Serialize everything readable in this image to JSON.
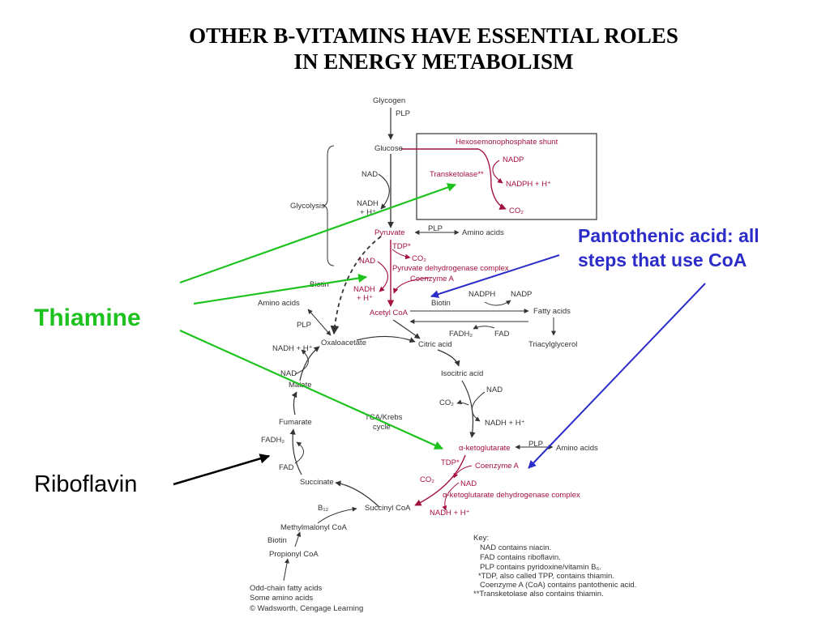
{
  "slide": {
    "title_line1": "OTHER B-VITAMINS HAVE ESSENTIAL ROLES",
    "title_line2": "IN  ENERGY METABOLISM"
  },
  "callouts": {
    "thiamine": "Thiamine",
    "riboflavin": "Riboflavin",
    "pantothenic_line1": "Pantothenic acid: all",
    "pantothenic_line2": "steps that use CoA"
  },
  "colors": {
    "thiamine": "#1ec21e",
    "riboflavin": "#000000",
    "pantothenic": "#2c2cc8",
    "pathway_red": "#a3113e",
    "pathway_dark": "#333333"
  },
  "diagram": {
    "glycogen": "Glycogen",
    "plp_top": "PLP",
    "glucose": "Glucose",
    "nad_glyc": "NAD",
    "nadh": "NADH",
    "plus_h": "+ H⁺",
    "glycolysis": "Glycolysis",
    "shunt_title": "Hexosemonophosphate shunt",
    "nadp_shunt": "NADP",
    "transketolase": "Transketolase**",
    "nadph_shunt": "NADPH + H⁺",
    "co2_shunt": "CO₂",
    "pyruvate": "Pyruvate",
    "plp_pyr": "PLP",
    "amino_acids_pyr": "Amino acids",
    "tdp": "TDP*",
    "co2_pdh": "CO₂",
    "nad_pdh": "NAD",
    "pdh_complex": "Pyruvate dehydrogenase complex",
    "coenzyme_a_pdh": "Coenzyme A",
    "biotin_left": "Biotin",
    "nadh_pdh": "NADH",
    "plus_h_pdh": "+ H⁺",
    "acetyl_coa": "Acetyl CoA",
    "amino_acids_left": "Amino acids",
    "plp_left": "PLP",
    "nadh_oaa": "NADH + H⁺",
    "oxaloacetate": "Oxaloacetate",
    "nadph_fa": "NADPH",
    "nadp_fa": "NADP",
    "biotin_fa": "Biotin",
    "fatty_acids": "Fatty acids",
    "fadh2_fa": "FADH₂",
    "fad_fa": "FAD",
    "triacylglycerol": "Triacylglycerol",
    "citric_acid": "Citric acid",
    "nad_malate": "NAD",
    "malate": "Malate",
    "isocitric_acid": "Isocitric acid",
    "nad_iso": "NAD",
    "co2_iso": "CO₂",
    "nadh_iso": "NADH + H⁺",
    "tca_line1": "TCA/Krebs",
    "tca_line2": "cycle",
    "fumarate": "Fumarate",
    "fadh2_cycle": "FADH₂",
    "alpha_kg": "α-ketoglutarate",
    "plp_akg": "PLP",
    "amino_acids_akg": "Amino acids",
    "fad_cycle": "FAD",
    "tdp_akg": "TDP*",
    "coenzyme_a_akg": "Coenzyme A",
    "co2_akg": "CO₂",
    "nad_akg": "NAD",
    "succinate": "Succinate",
    "akg_complex": "α-ketoglutarate dehydrogenase complex",
    "nadh_akg": "NADH + H⁺",
    "b12": "B₁₂",
    "succinyl_coa": "Succinyl CoA",
    "methylmalonyl_coa": "Methylmalonyl CoA",
    "biotin_bottom": "Biotin",
    "propionyl_coa": "Propionyl CoA",
    "odd_chain": "Odd-chain fatty acids",
    "some_amino": "Some amino acids",
    "copyright": "© Wadsworth, Cengage Learning"
  },
  "key": {
    "title": "Key:",
    "line1": "NAD contains niacin.",
    "line2": "FAD contains riboflavin.",
    "line3": "PLP contains pyridoxine/vitamin B₆.",
    "line4": "*TDP, also called TPP, contains thiamin.",
    "line5": "Coenzyme A (CoA) contains pantothenic acid.",
    "line6": "**Transketolase also contains thiamin."
  }
}
